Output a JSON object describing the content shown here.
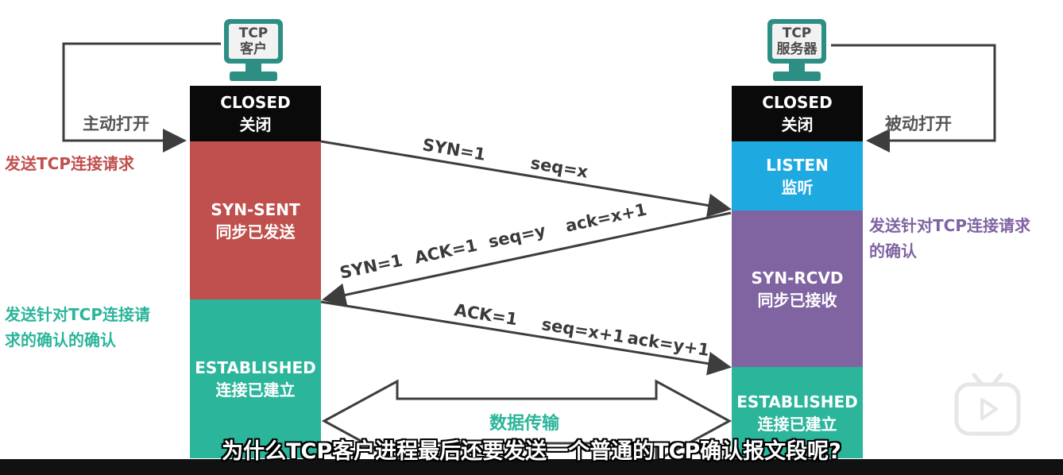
{
  "client": {
    "computer_line1": "TCP",
    "computer_line2": "客户",
    "action_label": "主动打开",
    "states": {
      "closed": {
        "en": "CLOSED",
        "zh": "关闭"
      },
      "syn_sent": {
        "en": "SYN-SENT",
        "zh": "同步已发送"
      },
      "established": {
        "en": "ESTABLISHED",
        "zh": "连接已建立"
      }
    },
    "notes": {
      "send_request": "发送TCP连接请求",
      "send_ack_line1": "发送针对TCP连接请",
      "send_ack_line2": "求的确认的确认"
    }
  },
  "server": {
    "computer_line1": "TCP",
    "computer_line2": "服务器",
    "action_label": "被动打开",
    "states": {
      "closed": {
        "en": "CLOSED",
        "zh": "关闭"
      },
      "listen": {
        "en": "LISTEN",
        "zh": "监听"
      },
      "syn_rcvd": {
        "en": "SYN-RCVD",
        "zh": "同步已接收"
      },
      "established": {
        "en": "ESTABLISHED",
        "zh": "连接已建立"
      }
    },
    "notes": {
      "send_ack_line1": "发送针对TCP连接请求",
      "send_ack_line2": "的确认"
    }
  },
  "messages": {
    "m1": {
      "a": "SYN=1",
      "b": "seq=x"
    },
    "m2": {
      "a": "SYN=1",
      "b": "ACK=1",
      "c": "seq=y",
      "d": "ack=x+1"
    },
    "m3": {
      "a": "ACK=1",
      "b": "seq=x+1",
      "c": "ack=y+1"
    }
  },
  "data_transfer_label": "数据传输",
  "subtitle": "为什么TCP客户进程最后还要发送一个普通的TCP确认报文段呢?",
  "colors": {
    "closed": "#0a0a0a",
    "syn_sent": "#c0504d",
    "established": "#2bb59a",
    "listen": "#1fa9e1",
    "syn_rcvd": "#8064a2",
    "note_red": "#c0504d",
    "note_green": "#2bb59a",
    "note_purple": "#8064a2"
  },
  "icons": {
    "play": "play-icon"
  }
}
